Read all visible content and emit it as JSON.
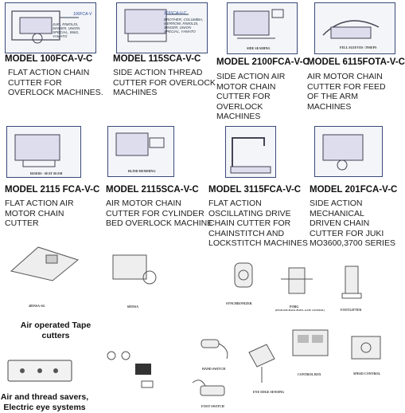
{
  "products": [
    {
      "model": "MODEL 100FCA-V-C",
      "desc": "FLAT ACTION CHAIN CUTTER FOR OVERLOCK MACHINES.",
      "tag": "100FCA-V",
      "note": "JUKI, RIMOLDI, SINGER, UNION SPECIAL, W&G, YAMATO"
    },
    {
      "model": "MODEL 115SCA-V-C",
      "desc": "SIDE ACTION THREAD CUTTER FOR OVERLOCK MACHINES",
      "tag": "115SCA-V-C",
      "note": "BROTHER, COLUMBIA, MERROW, RIMOLDI, SINGER, UNION SPECIAL, YAMATO"
    },
    {
      "model": "MODEL 2100FCA-V-C",
      "desc": "SIDE ACTION AIR MOTOR CHAIN CUTTER FOR OVERLOCK MACHINES",
      "caption": "SIDE SEAMING"
    },
    {
      "model": "MODEL 6115FOTA-V-C",
      "desc": "AIR MOTOR CHAIN CUTTER FOR FEED OF THE ARM MACHINES",
      "caption": "FELL SLEEVES / INSEPS"
    },
    {
      "model": "MODEL 2115 FCA-V-C",
      "desc": "FLAT ACTION AIR MOTOR CHAIN CUTTER",
      "caption": "RISERS - SEAT SEAM"
    },
    {
      "model": "MODEL 2115SCA-V-C",
      "desc": "AIR MOTOR CHAIN CUTTER FOR CYLINDER BED OVERLOCK MACHINE",
      "caption": "BLIND HEMMING"
    },
    {
      "model": "MODEL 3115FCA-V-C",
      "desc": "FLAT ACTION OSCILLATING DRIVE CHAIN CUTTER FOR CHAINSTITCH AND LOCKSTITCH MACHINES"
    },
    {
      "model": "MODEL 201FCA-V-C",
      "desc": "SIDE ACTION MECHANICAL DRIVEN CHAIN CUTTER FOR JUKI MO3600,3700 SERIES"
    }
  ],
  "tape_cutters": {
    "title": "Air operated Tape cutters",
    "items": [
      "485NSA-SG",
      "685NSA"
    ]
  },
  "accessories": {
    "items": [
      "SYNCHRONIZER",
      "POBG",
      "FOOTLIFTER"
    ],
    "pobg_note": "(PUSH-OFF/BACK-BOWL-GATE CONTROL)"
  },
  "savers": {
    "title": "Air and thread savers, Electric eye systems",
    "items": [
      "HAND SWITCH",
      "EYE EDGE SENSING",
      "CONTROL BOX",
      "SPEED CONTROL",
      "FOOT SWITCH"
    ]
  },
  "colors": {
    "accent": "#3a4a7a",
    "text": "#111111"
  }
}
